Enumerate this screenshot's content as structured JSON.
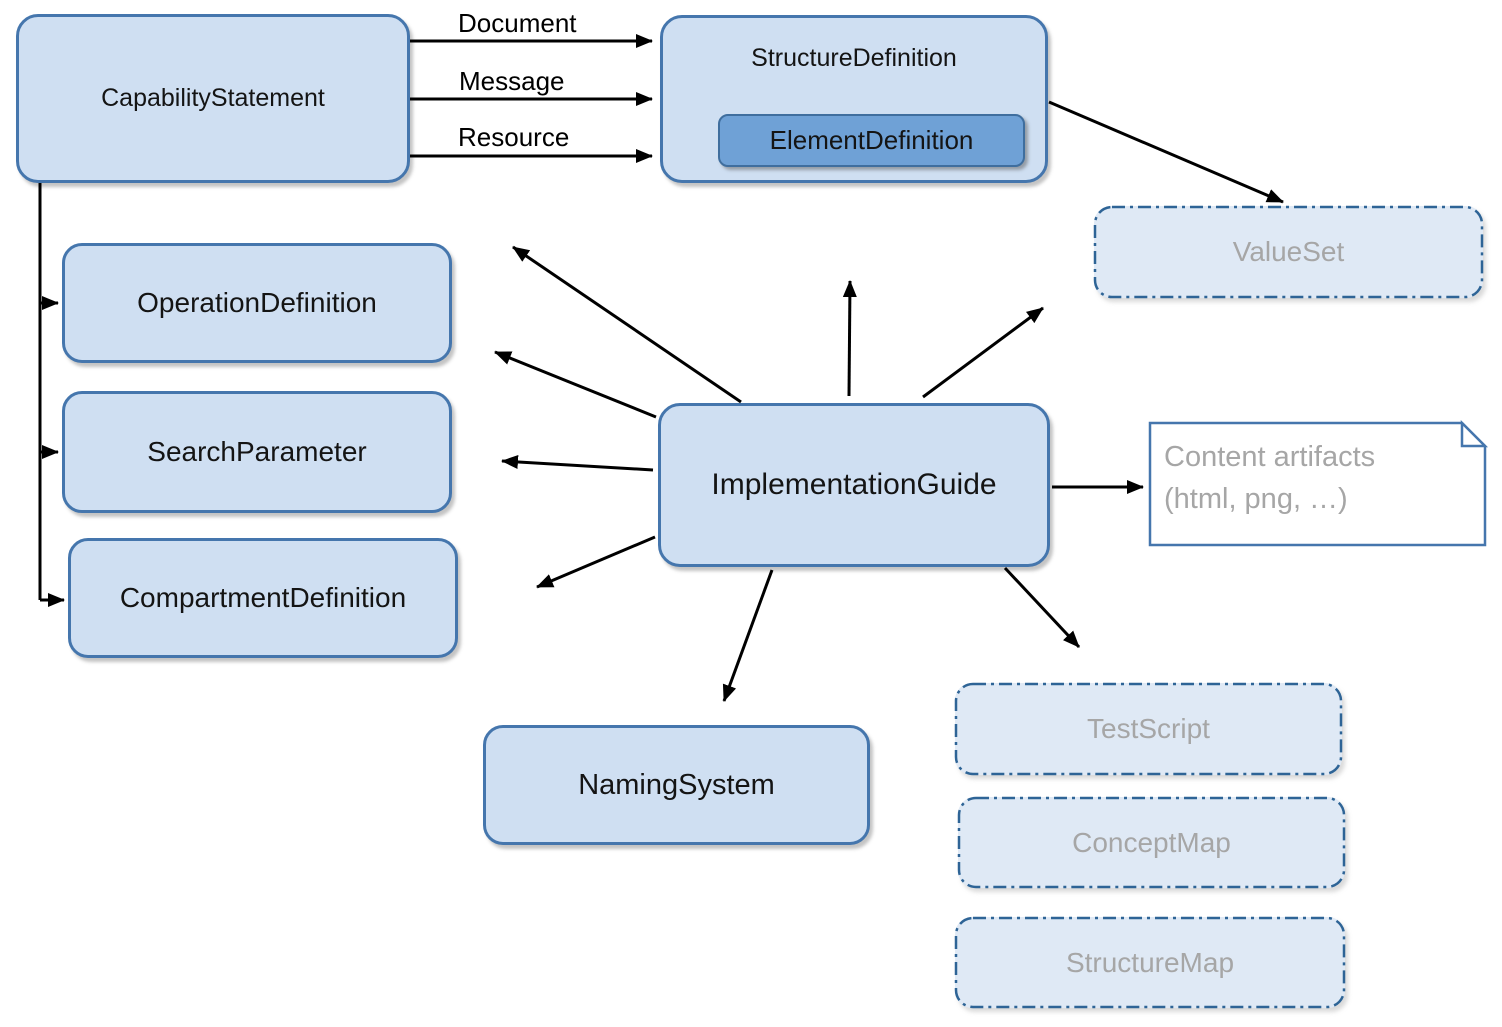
{
  "nodes": {
    "capability_statement": "CapabilityStatement",
    "structure_definition": "StructureDefinition",
    "element_definition": "ElementDefinition",
    "operation_definition": "OperationDefinition",
    "search_parameter": "SearchParameter",
    "compartment_definition": "CompartmentDefinition",
    "implementation_guide": "ImplementationGuide",
    "value_set": "ValueSet",
    "naming_system": "NamingSystem",
    "test_script": "TestScript",
    "concept_map": "ConceptMap",
    "structure_map": "StructureMap",
    "content_artifacts_line1": "Content artifacts",
    "content_artifacts_line2": "(html, png, …)"
  },
  "edge_labels": {
    "document": "Document",
    "message": "Message",
    "resource": "Resource"
  },
  "colors": {
    "node_fill": "#cfdff2",
    "node_border": "#4576ad",
    "inner_fill": "#6fa1d6",
    "inner_border": "#3f6e9e",
    "dashed_fill": "#dfe9f5",
    "dashed_border": "#2e6496",
    "muted_text": "#a6a6a6",
    "label_text": "#141414",
    "arrow": "#000000"
  }
}
